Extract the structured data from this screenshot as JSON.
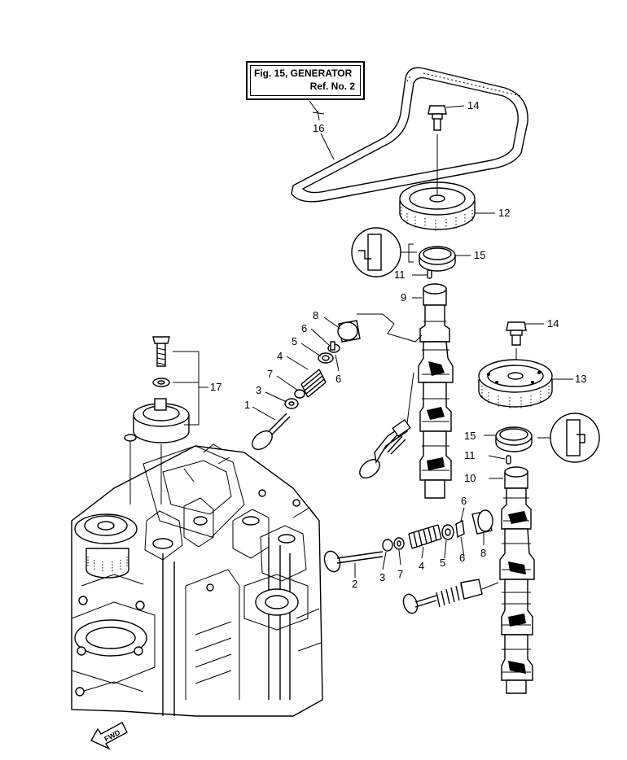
{
  "reference_box": {
    "line1": "Fig. 15, GENERATOR",
    "line2": "Ref. No. 2"
  },
  "direction_label": "FWD",
  "callouts": {
    "c1": "1",
    "c2": "2",
    "c3a": "3",
    "c3b": "3",
    "c4a": "4",
    "c4b": "4",
    "c5a": "5",
    "c5b": "5",
    "c6a": "6",
    "c6b": "6",
    "c6c": "6",
    "c6d": "6",
    "c7a": "7",
    "c7b": "7",
    "c8a": "8",
    "c8b": "8",
    "c9": "9",
    "c10": "10",
    "c11a": "11",
    "c11b": "11",
    "c12": "12",
    "c13": "13",
    "c14a": "14",
    "c14b": "14",
    "c15a": "15",
    "c15b": "15",
    "c16": "16",
    "c17": "17"
  }
}
